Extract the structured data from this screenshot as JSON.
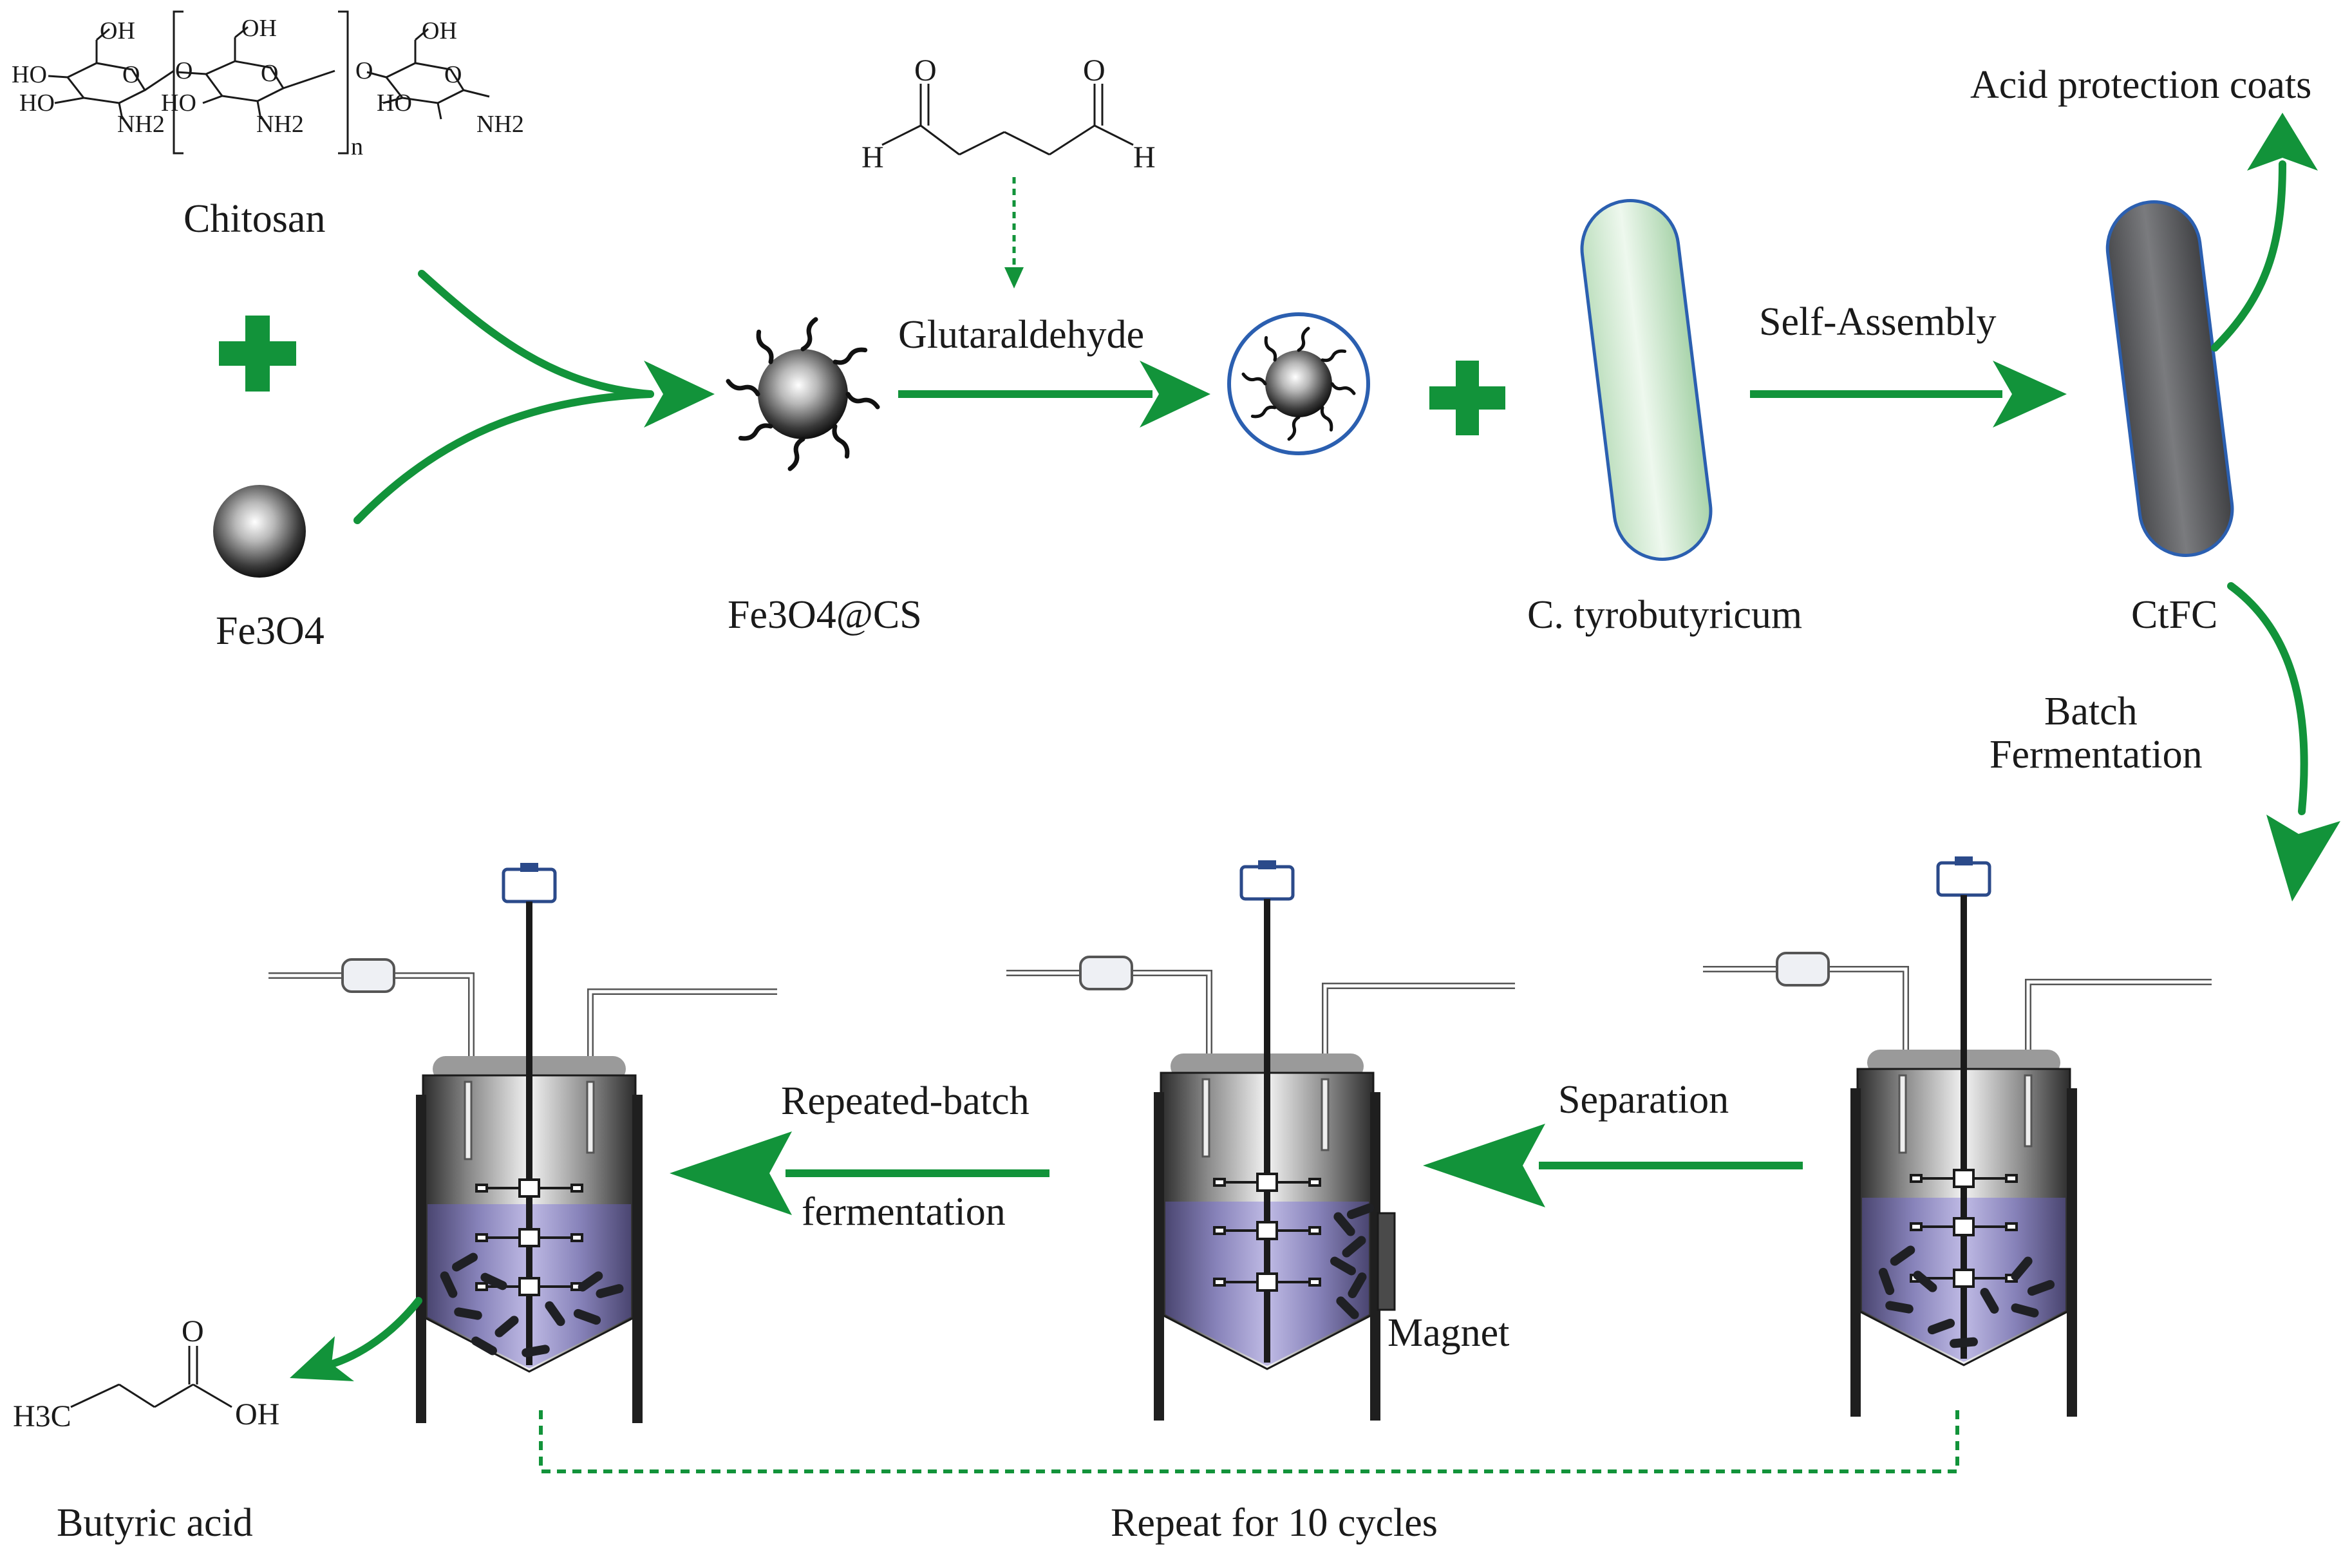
{
  "colors": {
    "arrow_green": "#12933a",
    "plus_green": "#12933a",
    "shell_blue": "#2b5fb0",
    "cell_green_light": "#cfe9cf",
    "cell_coated_gray": "#5f6063",
    "broth_purple": "#8d86c6",
    "ink": "#1a1a1a"
  },
  "labels": {
    "chitosan": "Chitosan",
    "fe3o4": "Fe3O4",
    "fe3o4_cs": "Fe3O4@CS",
    "glutaraldehyde": "Glutaraldehyde",
    "c_tyrobutyricum": "C. tyrobutyricum",
    "self_assembly": "Self-Assembly",
    "ctfc": "CtFC",
    "acid_protection": "Acid protection coats",
    "batch_fermentation_line1": "Batch",
    "batch_fermentation_line2": "Fermentation",
    "separation": "Separation",
    "magnet": "Magnet",
    "repeated_batch_line1": "Repeated-batch",
    "repeated_batch_line2": "fermentation",
    "butyric_acid": "Butyric acid",
    "repeat_cycles": "Repeat for 10 cycles"
  },
  "chemistry": {
    "chitosan_groups": {
      "oh": "OH",
      "ho": "HO",
      "o": "O",
      "nh2": "NH2",
      "n": "n"
    },
    "glutaraldehyde_atoms": {
      "o": "O",
      "h": "H"
    },
    "butyric_atoms": {
      "h3c": "H3C",
      "o": "O",
      "oh": "OH"
    }
  },
  "icons": [
    "plus-icon",
    "nanoparticle-icon",
    "bacterium-icon",
    "bioreactor-icon",
    "magnet-icon",
    "arrow-icon"
  ]
}
